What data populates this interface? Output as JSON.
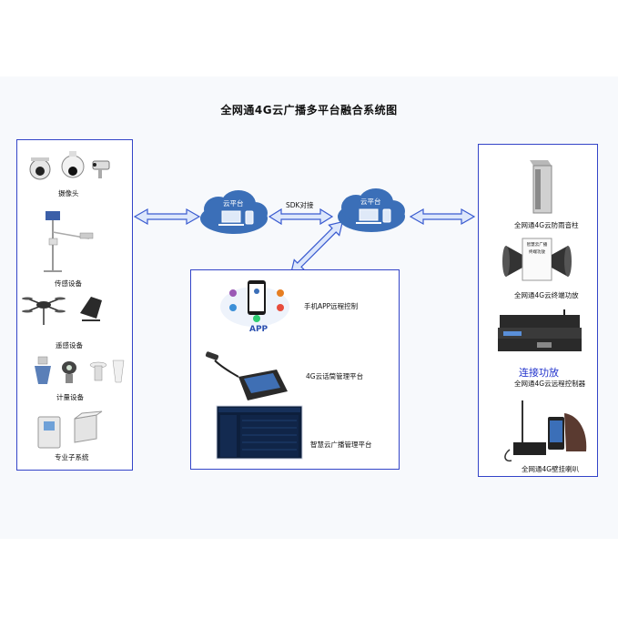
{
  "title": "全网通4G云广播多平台融合系统图",
  "left_panel": {
    "items": [
      {
        "label": "摄像头"
      },
      {
        "label": "传感设备"
      },
      {
        "label": "遥感设备"
      },
      {
        "label": "计量设备"
      },
      {
        "label": "专业子系统"
      }
    ]
  },
  "cloud_left": {
    "label": "云平台"
  },
  "cloud_right": {
    "label": "云平台"
  },
  "sdk_label": "SDK对接",
  "center_panel": {
    "items": [
      {
        "label": "手机APP远程控制",
        "app_badge": "APP"
      },
      {
        "label": "4G云话筒管理平台"
      },
      {
        "label": "智慧云广播管理平台"
      }
    ]
  },
  "right_panel": {
    "items": [
      {
        "label": "全网通4G云防雨音柱"
      },
      {
        "label": "全网通4G云终端功放",
        "device_text": "智慧云广播 终端功放"
      },
      {
        "label": "全网通4G云远程控制器",
        "overlay": "连接功放"
      },
      {
        "label": "全网通4G壁挂喇叭"
      }
    ]
  },
  "colors": {
    "panel_border": "#3344c8",
    "arrow_fill": "#dde7fb",
    "arrow_stroke": "#3a5bd0",
    "cloud": "#3b6fb8"
  }
}
